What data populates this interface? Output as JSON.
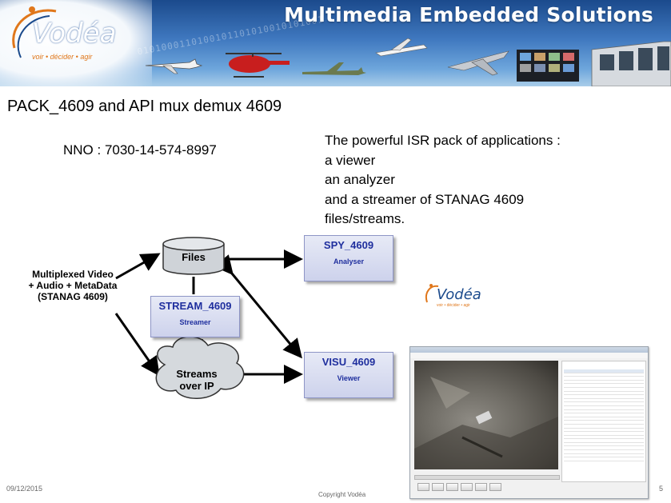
{
  "banner": {
    "title": "Multimedia Embedded Solutions",
    "logo_word": "Vodéa",
    "logo_tagline": "voir • décider • agir",
    "digit_stream": "0101000110100101101010010101001"
  },
  "slide": {
    "title": "PACK_4609 and API mux demux 4609",
    "nno": "NNO : 7030-14-574-8997",
    "description_lines": [
      "The powerful ISR pack of applications :",
      "a viewer",
      "an analyzer",
      "and a streamer of STANAG 4609",
      "files/streams."
    ]
  },
  "diagram": {
    "input_lines": [
      "Multiplexed Video",
      "+ Audio + MetaData",
      "(STANAG 4609)"
    ],
    "files_label": "Files",
    "streams_lines": [
      "Streams",
      "over IP"
    ],
    "spy": {
      "name": "SPY_4609",
      "role": "Analyser"
    },
    "stream": {
      "name": "STREAM_4609",
      "role": "Streamer"
    },
    "visu": {
      "name": "VISU_4609",
      "role": "Viewer"
    }
  },
  "mini_logo": {
    "word": "Vodéa",
    "tagline": "voir • décider • agir"
  },
  "footer": {
    "date": "09/12/2015",
    "copyright": "Copyright Vodéa",
    "page": "5"
  },
  "colors": {
    "banner_dark": "#1b4a8c",
    "box_text": "#1f2f9e",
    "logo_orange": "#e0771b"
  }
}
